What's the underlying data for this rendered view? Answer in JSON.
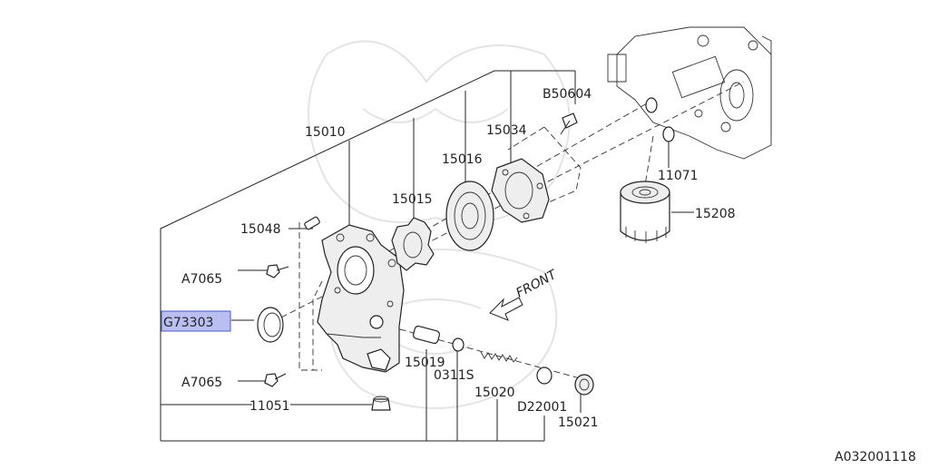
{
  "diagram_id": "A032001118",
  "front_label": "FRONT",
  "highlighted_part": "G73303",
  "part_labels": {
    "p15010": "15010",
    "p15034": "15034",
    "pB50604": "B50604",
    "p15016": "15016",
    "p15015": "15015",
    "p15048": "15048",
    "pA7065_top": "A7065",
    "pG73303": "G73303",
    "pA7065_bottom": "A7065",
    "p11051": "11051",
    "p15019": "15019",
    "p0311S": "0311S",
    "p15020": "15020",
    "pD22001": "D22001",
    "p15021": "15021",
    "p11071": "11071",
    "p15208": "15208"
  },
  "colors": {
    "highlight_fill": "#b9bff0",
    "highlight_border": "#4b58c6",
    "line": "#222222",
    "watermark": "#e4e4e4"
  }
}
